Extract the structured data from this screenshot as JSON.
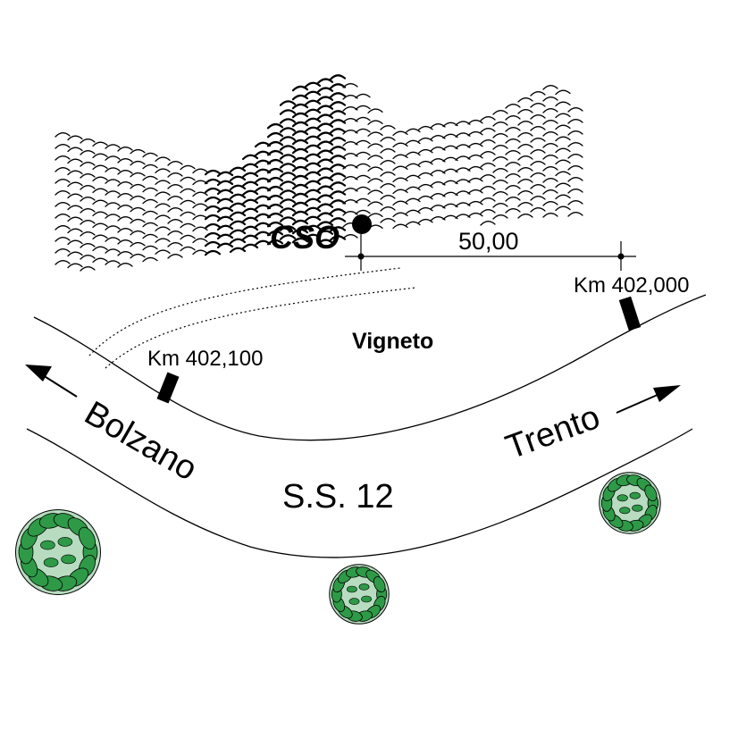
{
  "map": {
    "point_label": "CSO",
    "distance_label": "50,00",
    "km_markers": [
      "Km 402,000",
      "Km 402,100"
    ],
    "area_label": "Vigneto",
    "direction_left": "Bolzano",
    "direction_right": "Trento",
    "road_label": "S.S. 12",
    "colors": {
      "line": "#000000",
      "tree_fill": "#2e9a47",
      "tree_light": "#b8dcc0",
      "background": "#ffffff"
    }
  }
}
